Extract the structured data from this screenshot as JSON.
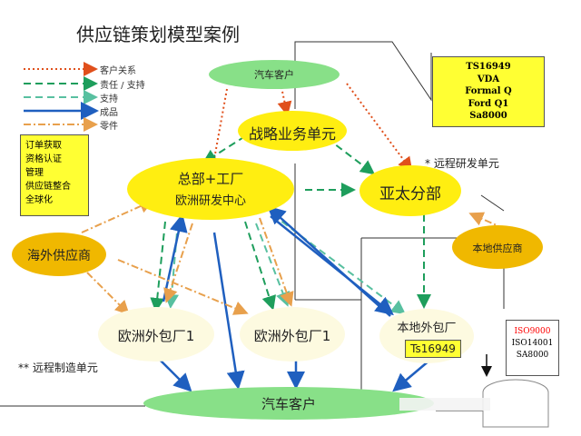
{
  "title": "供应链策划模型案例",
  "legend": [
    {
      "label": "客户关系",
      "style": "dotted",
      "color": "#e0501c",
      "icon": "dotted-arrow-icon"
    },
    {
      "label": "责任 / 支持",
      "style": "dashed",
      "color": "#1e9e5c",
      "icon": "dashed-arrow-icon"
    },
    {
      "label": "支持",
      "style": "dashed-light",
      "color": "#58c0a0",
      "icon": "dashed-light-arrow-icon"
    },
    {
      "label": "成品",
      "style": "solid",
      "color": "#1f5fbf",
      "icon": "solid-arrow-icon"
    },
    {
      "label": "零件",
      "style": "dashdot",
      "color": "#e8a04c",
      "icon": "dashdot-arrow-icon"
    }
  ],
  "capabilities_box": [
    "订单获取",
    "资格认证",
    "管理",
    "供应链整合",
    "全球化"
  ],
  "standards_box": [
    "TS16949",
    "VDA",
    "Formal Q",
    "Ford Q1",
    "Sa8000"
  ],
  "iso_box": {
    "line1": "ISO9000",
    "line2": "ISO14001",
    "line3": "SA8000",
    "highlight_color": "#ff0000"
  },
  "nodes": {
    "customer_top": "汽车客户",
    "strategic_unit": "战略业务单元",
    "hq_line1": "总部+工厂",
    "hq_line2": "欧洲研发中心",
    "asia_pacific": "亚太分部",
    "overseas_supplier": "海外供应商",
    "local_supplier": "本地供应商",
    "eu_outsource_1": "欧洲外包厂1",
    "eu_outsource_2": "欧洲外包厂1",
    "local_outsource": "本地外包厂",
    "local_outsource_cert": "Ts16949",
    "customer_bottom": "汽车客户"
  },
  "notes": {
    "remote_rd": "* 远程研发单元",
    "remote_mfg": "** 远程制造单元"
  },
  "colors": {
    "node_fill": "#ffee11",
    "customer_fill": "#88e088",
    "supplier_fill": "#f0b800",
    "outsource_fill": "#fdfae0",
    "customer_relation": "#e0501c",
    "responsibility": "#1e9e5c",
    "support": "#58c0a0",
    "product": "#1f5fbf",
    "parts": "#e8a04c"
  }
}
